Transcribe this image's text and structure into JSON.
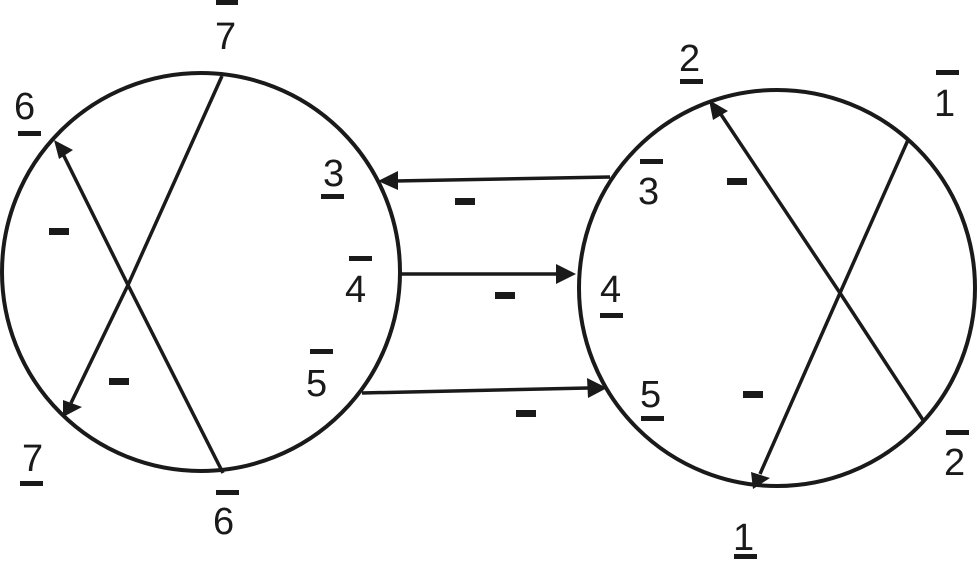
{
  "diagram": {
    "type": "two-circle signed-arrow diagram",
    "stroke_color": "#1a1a1a",
    "background": "#ffffff",
    "sign_symbol": "-",
    "left_circle": {
      "labels": [
        {
          "id": "L7top",
          "text": "7",
          "mark": "overline"
        },
        {
          "id": "L6",
          "text": "6",
          "mark": "underline"
        },
        {
          "id": "L3",
          "text": "3",
          "mark": "underline"
        },
        {
          "id": "L4",
          "text": "4",
          "mark": "overline"
        },
        {
          "id": "L5",
          "text": "5",
          "mark": "overline"
        },
        {
          "id": "L7bot",
          "text": "7",
          "mark": "underline"
        },
        {
          "id": "L6bot",
          "text": "6",
          "mark": "overline"
        }
      ],
      "chords": [
        {
          "from": "7 (overline, top)",
          "to": "6 (overline, bottom)",
          "arrow": false
        },
        {
          "from": "crossing",
          "to": "6 (underline)",
          "arrow": true,
          "sign": "-"
        },
        {
          "from": "crossing",
          "to": "7 (underline)",
          "arrow": true,
          "sign": "-"
        }
      ]
    },
    "right_circle": {
      "labels": [
        {
          "id": "R2",
          "text": "2",
          "mark": "underline"
        },
        {
          "id": "R1top",
          "text": "1",
          "mark": "overline"
        },
        {
          "id": "R3",
          "text": "3",
          "mark": "overline"
        },
        {
          "id": "R4",
          "text": "4",
          "mark": "underline"
        },
        {
          "id": "R5",
          "text": "5",
          "mark": "underline"
        },
        {
          "id": "R2bot",
          "text": "2",
          "mark": "overline"
        },
        {
          "id": "R1bot",
          "text": "1",
          "mark": "underline"
        }
      ],
      "chords": [
        {
          "from": "1 (overline, top)",
          "to": "crossing",
          "arrow": false
        },
        {
          "from": "2 (overline, bottom)",
          "to": "crossing",
          "arrow": false
        },
        {
          "from": "crossing",
          "to": "2 (underline)",
          "arrow": true,
          "sign": "-"
        },
        {
          "from": "crossing",
          "to": "1 (underline)",
          "arrow": true,
          "sign": "-"
        }
      ]
    },
    "connectors": [
      {
        "from": "3 (overline, right circle)",
        "to": "3 (underline, left circle)",
        "sign": "-"
      },
      {
        "from": "4 (overline, left circle)",
        "to": "4 (underline, right circle)",
        "sign": "-"
      },
      {
        "from": "5 (overline, left circle)",
        "to": "5 (underline, right circle)",
        "sign": "-"
      }
    ]
  }
}
